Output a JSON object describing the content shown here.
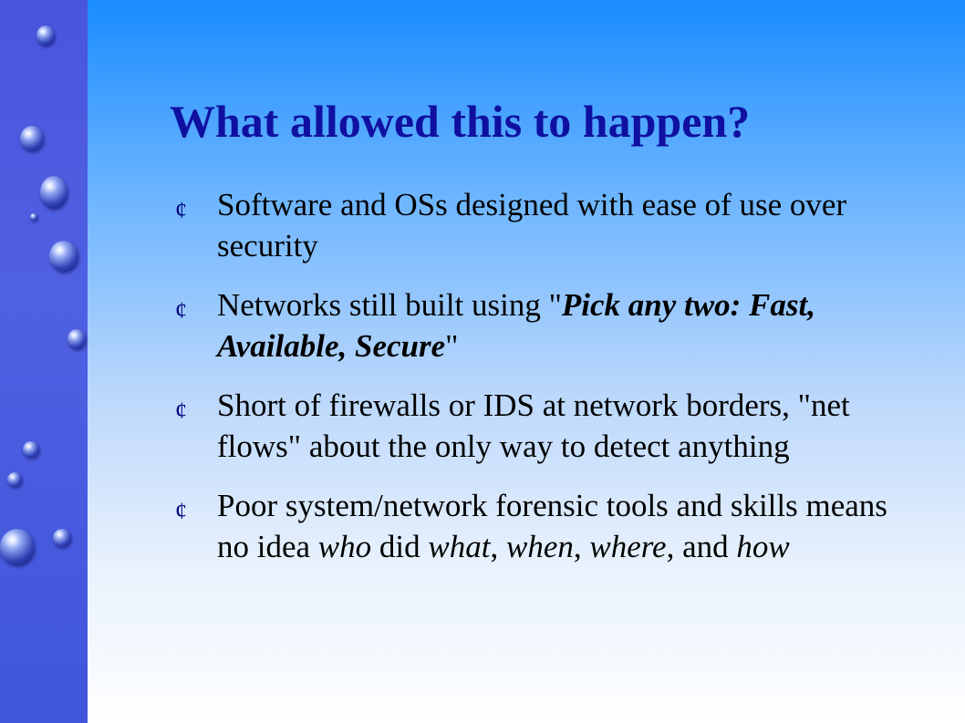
{
  "slide": {
    "title": "What allowed this to happen?",
    "bullet_symbol": "¢",
    "bullets": [
      {
        "segments": [
          {
            "text": "Software and OSs designed with ease of use over security",
            "style": "normal"
          }
        ]
      },
      {
        "segments": [
          {
            "text": "Networks still built using \"",
            "style": "normal"
          },
          {
            "text": "Pick any two: Fast, Available, Secure",
            "style": "bold-italic"
          },
          {
            "text": "\"",
            "style": "normal"
          }
        ]
      },
      {
        "segments": [
          {
            "text": "Short of firewalls or IDS at network borders, \"net flows\" about the only way to detect anything",
            "style": "normal"
          }
        ]
      },
      {
        "segments": [
          {
            "text": "Poor system/network forensic tools and skills means no idea ",
            "style": "normal"
          },
          {
            "text": "who",
            "style": "italic"
          },
          {
            "text": " did ",
            "style": "normal"
          },
          {
            "text": "what",
            "style": "italic"
          },
          {
            "text": ", ",
            "style": "normal"
          },
          {
            "text": "when",
            "style": "italic"
          },
          {
            "text": ", ",
            "style": "normal"
          },
          {
            "text": "where",
            "style": "italic"
          },
          {
            "text": ", and ",
            "style": "normal"
          },
          {
            "text": "how",
            "style": "italic"
          }
        ]
      }
    ]
  },
  "colors": {
    "title": "#1010a0",
    "sidebar": "#4a55dd",
    "bullet_mark": "#000080"
  }
}
